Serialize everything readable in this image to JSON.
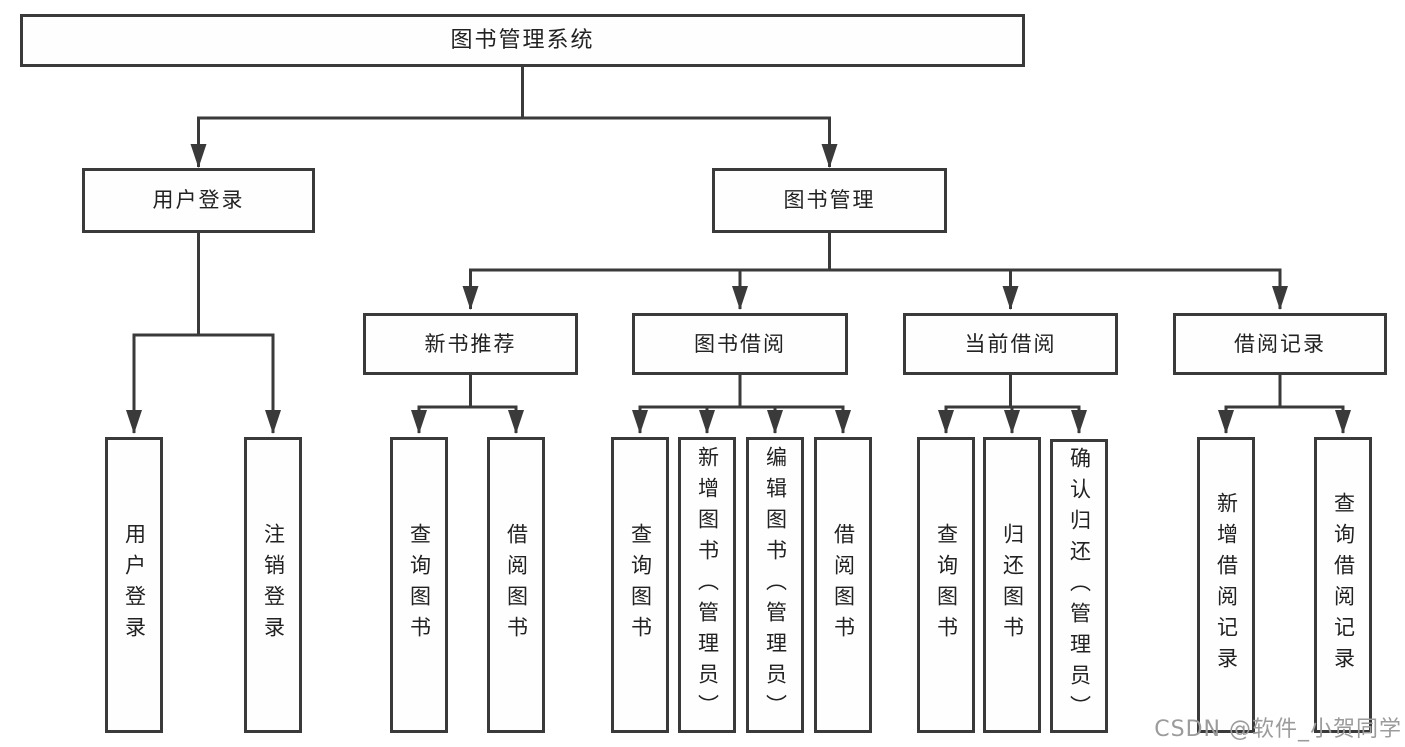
{
  "colors": {
    "line": "#3a3a3a",
    "box_border": "#3a3a3a",
    "box_fill": "#fefefe",
    "text": "#222222",
    "watermark": "#9b9b9b",
    "background": "#ffffff"
  },
  "diagram": {
    "root": {
      "label": "图书管理系统"
    },
    "branches": [
      {
        "label": "用户登录",
        "children": [
          {
            "label": "用户登录"
          },
          {
            "label": "注销登录"
          }
        ]
      },
      {
        "label": "图书管理",
        "sections": [
          {
            "label": "新书推荐",
            "children": [
              {
                "label": "查询图书"
              },
              {
                "label": "借阅图书"
              }
            ]
          },
          {
            "label": "图书借阅",
            "children": [
              {
                "label": "查询图书"
              },
              {
                "label": "新增图书（管理员）"
              },
              {
                "label": "编辑图书（管理员）"
              },
              {
                "label": "借阅图书"
              }
            ]
          },
          {
            "label": "当前借阅",
            "children": [
              {
                "label": "查询图书"
              },
              {
                "label": "归还图书"
              },
              {
                "label": "确认归还（管理员）"
              }
            ]
          },
          {
            "label": "借阅记录",
            "children": [
              {
                "label": "新增借阅记录"
              },
              {
                "label": "查询借阅记录"
              }
            ]
          }
        ]
      }
    ]
  },
  "watermark": {
    "text": "CSDN @软件_小贺同学"
  }
}
